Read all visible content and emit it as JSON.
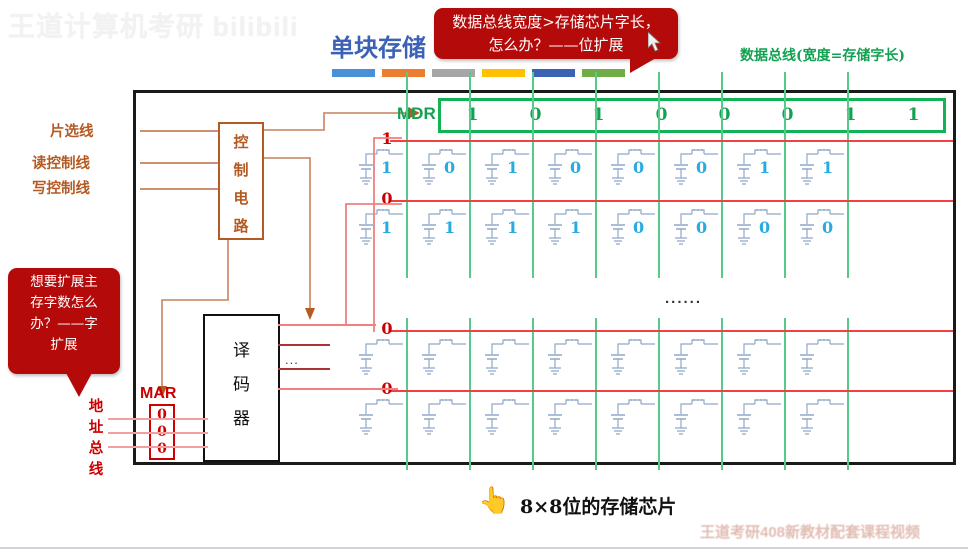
{
  "watermarks": {
    "top_left": "王道计算机考研 bilibili",
    "bottom_right": "王道考研408新教材配套课程视频"
  },
  "title": "单块存储",
  "bar_colors": [
    "#4a90d9",
    "#ed7d31",
    "#a6a6a6",
    "#ffc000",
    "#3b62b5",
    "#70ad47"
  ],
  "callouts": {
    "bit_expand": {
      "line1": "数据总线宽度>存储芯片字长，",
      "line2": "怎么办？——位扩展",
      "color": "#b50a0a"
    },
    "word_expand": {
      "line1": "想要扩展主",
      "line2": "存字数怎么",
      "line3": "办？——字",
      "line4": "扩展",
      "color": "#b50a0a"
    }
  },
  "signals": {
    "chip_select": "片选线",
    "read_control": "读控制线",
    "write_control": "写控制线",
    "color": "#b45a22"
  },
  "control_circuit": {
    "chars": [
      "控",
      "制",
      "电",
      "路"
    ],
    "color": "#b45a22"
  },
  "decoder": {
    "chars": [
      "译",
      "码",
      "器"
    ],
    "dots": "...",
    "color": "#111111"
  },
  "mar": {
    "label": "MAR",
    "bits": [
      "0",
      "0",
      "0"
    ],
    "color": "#cc0000"
  },
  "address_bus": {
    "chars": [
      "地",
      "址",
      "总",
      "线"
    ],
    "color": "#cc0000"
  },
  "mdr": {
    "label": "MDR",
    "bits": [
      "1",
      "0",
      "1",
      "0",
      "0",
      "0",
      "1",
      "1"
    ],
    "color": "#12a150"
  },
  "data_bus_label": "数据总线(宽度=存储字长)",
  "array": {
    "columns": 8,
    "row_line_color": "#f04040",
    "bit_line_color": "#57c98a",
    "cell_digit_color": "#29abe2",
    "ellipsis": "......",
    "rows": [
      {
        "selector": "1",
        "cells": [
          "1",
          "0",
          "1",
          "0",
          "0",
          "0",
          "1",
          "1"
        ]
      },
      {
        "selector": "0",
        "cells": [
          "1",
          "1",
          "1",
          "1",
          "0",
          "0",
          "0",
          "0"
        ]
      },
      {
        "selector": "0",
        "cells": [
          "",
          "",
          "",
          "",
          "",
          "",
          "",
          ""
        ]
      },
      {
        "selector": "0",
        "cells": [
          "",
          "",
          "",
          "",
          "",
          "",
          "",
          ""
        ]
      }
    ]
  },
  "caption": {
    "hand": "👆",
    "text": "8×8位的存储芯片"
  }
}
